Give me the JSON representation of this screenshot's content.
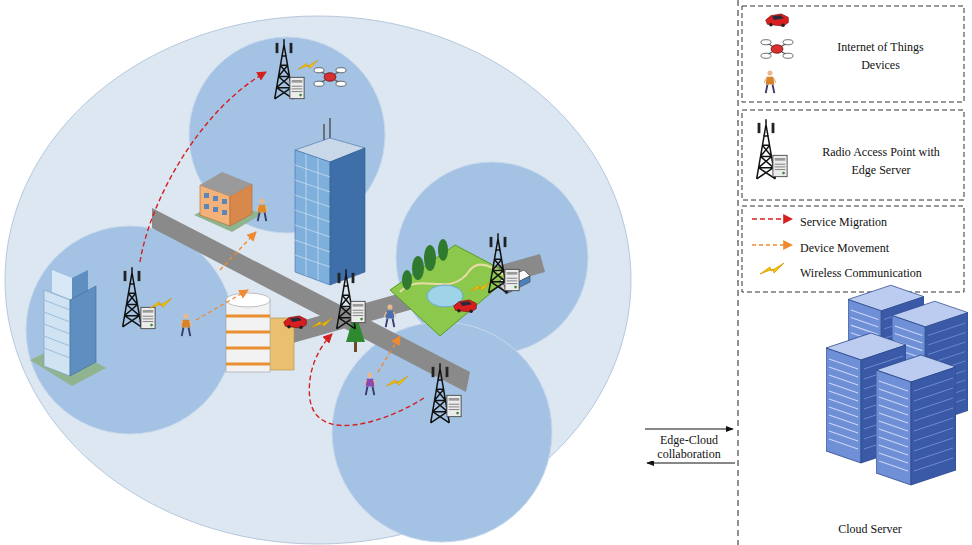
{
  "diagram": {
    "nodes": [
      {
        "text": [
          "Cloud Server"
        ]
      }
    ],
    "labels": [
      "Edge-Cloud collaboration"
    ],
    "legend": [
      {
        "text": "Internet of Things Devices"
      },
      {
        "text": "Radio Access Point with Edge Server"
      },
      {
        "text": "Service Migration"
      },
      {
        "text": "Device Movement"
      },
      {
        "text": "Wireless Communication"
      }
    ]
  }
}
